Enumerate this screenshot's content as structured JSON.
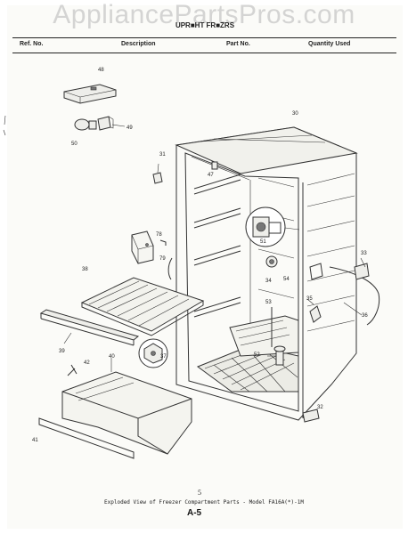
{
  "watermark": "AppliancePartsPros.com",
  "title": "UPR■HT FR■ZRS",
  "table_header": {
    "ref_no": "Ref. No.",
    "description": "Description",
    "part_no": "Part No.",
    "quantity": "Quantity Used"
  },
  "callouts": {
    "c48": "48",
    "c49": "49",
    "c50": "50",
    "c30": "30",
    "c31": "31",
    "c47": "47",
    "c78": "78",
    "c79": "79",
    "c51": "51",
    "c33": "33",
    "c38": "38",
    "c34": "34",
    "c54": "54",
    "c35": "35",
    "c53": "53",
    "c36": "36",
    "c39": "39",
    "c37": "37",
    "c52": "52",
    "c40": "40",
    "c42": "42",
    "c32": "32",
    "c41": "41"
  },
  "page_number": "5",
  "caption": "Exploded View of Freezer Compartment Parts - Model FA16A(*)-1M",
  "page_id": "A-5"
}
